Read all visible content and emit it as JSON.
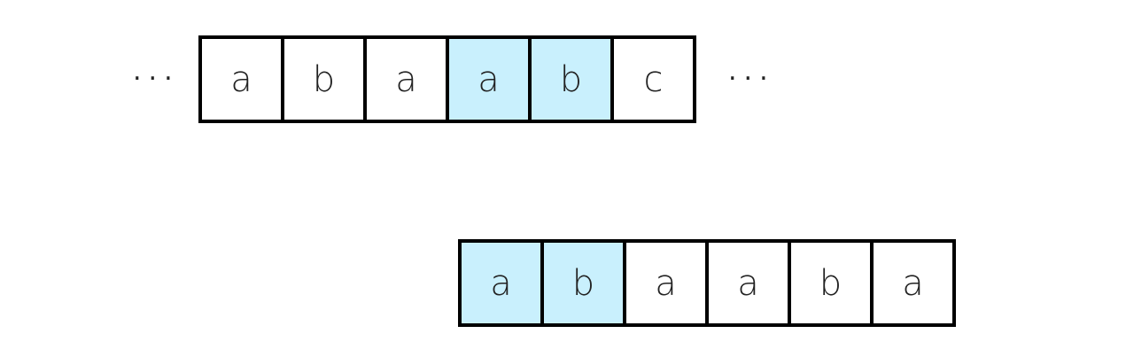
{
  "text_row": {
    "cells": [
      "a",
      "b",
      "a",
      "a",
      "b",
      "c"
    ],
    "highlighted": [
      3,
      4
    ],
    "ellipsis_left": "...",
    "ellipsis_right": "..."
  },
  "pattern_row": {
    "cells": [
      "a",
      "b",
      "a",
      "a",
      "b",
      "a"
    ],
    "highlighted": [
      0,
      1
    ]
  },
  "colors": {
    "highlight": "#c9f0fd",
    "border": "#000000",
    "text": "#222222"
  }
}
